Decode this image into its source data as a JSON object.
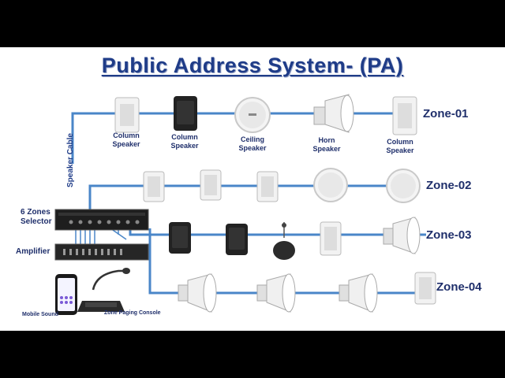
{
  "title": "Public Address System- (PA)",
  "cable_label": "Speaker Cable",
  "selector_label": "6 Zones Selector",
  "amplifier_label": "Amplifier",
  "mobile_label": "Mobile Sound",
  "console_label": "Zone Paging Console",
  "zone1": {
    "name": "Zone-01",
    "devices": [
      "Column Speaker",
      "Column Speaker",
      "Ceiling Speaker",
      "Horn Speaker",
      "Column Speaker"
    ]
  },
  "zone2": {
    "name": "Zone-02"
  },
  "zone3": {
    "name": "Zone-03"
  },
  "zone4": {
    "name": "Zone-04"
  },
  "colors": {
    "title": "#1f3c88",
    "cable": "#4a86c8",
    "label": "#1f2f6b"
  }
}
